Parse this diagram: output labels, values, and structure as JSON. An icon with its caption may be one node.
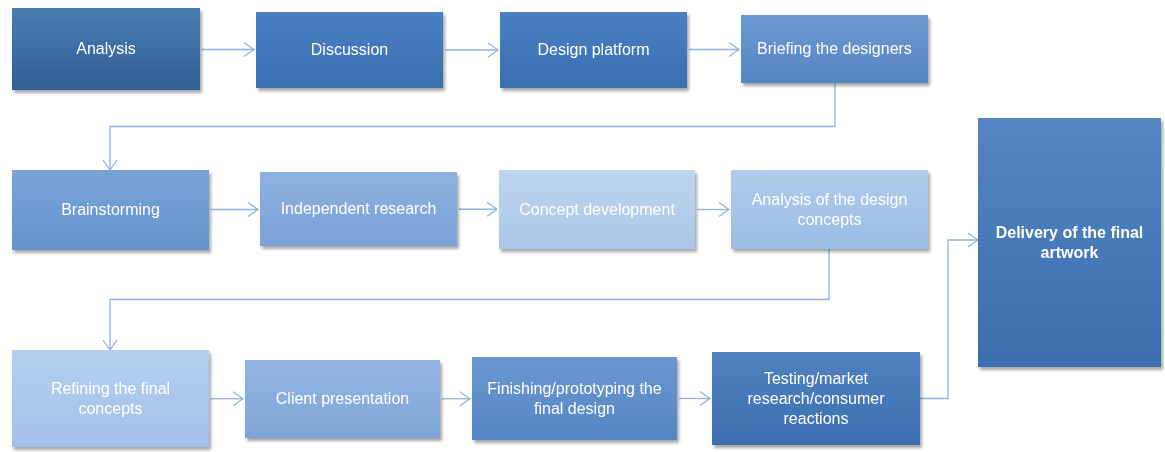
{
  "diagram": {
    "nodes": [
      {
        "text": [
          "Analysis"
        ]
      },
      {
        "text": [
          "Discussion"
        ]
      },
      {
        "text": [
          "Design platform"
        ]
      },
      {
        "text": [
          "Briefing the designers"
        ]
      },
      {
        "text": [
          "Brainstorming"
        ]
      },
      {
        "text": [
          "Independent research"
        ]
      },
      {
        "text": [
          "Concept development"
        ]
      },
      {
        "text": [
          "Analysis of the design concepts"
        ]
      },
      {
        "text": [
          "Refining the final concepts"
        ]
      },
      {
        "text": [
          "Client presentation"
        ]
      },
      {
        "text": [
          "Finishing/prototyping the final design"
        ]
      },
      {
        "text": [
          "Testing/market research/consumer reactions"
        ]
      },
      {
        "text": [
          "Delivery of the final artwork"
        ]
      }
    ],
    "edges": [
      {
        "from": 0,
        "to": 1,
        "arrow": "to"
      },
      {
        "from": 1,
        "to": 2,
        "arrow": "to"
      },
      {
        "from": 2,
        "to": 3,
        "arrow": "to"
      },
      {
        "from": 3,
        "to": 4,
        "arrow": "to"
      },
      {
        "from": 4,
        "to": 5,
        "arrow": "to"
      },
      {
        "from": 5,
        "to": 6,
        "arrow": "to"
      },
      {
        "from": 6,
        "to": 7,
        "arrow": "to"
      },
      {
        "from": 7,
        "to": 8,
        "arrow": "to"
      },
      {
        "from": 8,
        "to": 9,
        "arrow": "to"
      },
      {
        "from": 9,
        "to": 10,
        "arrow": "to"
      },
      {
        "from": 10,
        "to": 11,
        "arrow": "to"
      },
      {
        "from": 11,
        "to": 12,
        "arrow": "to"
      }
    ]
  }
}
